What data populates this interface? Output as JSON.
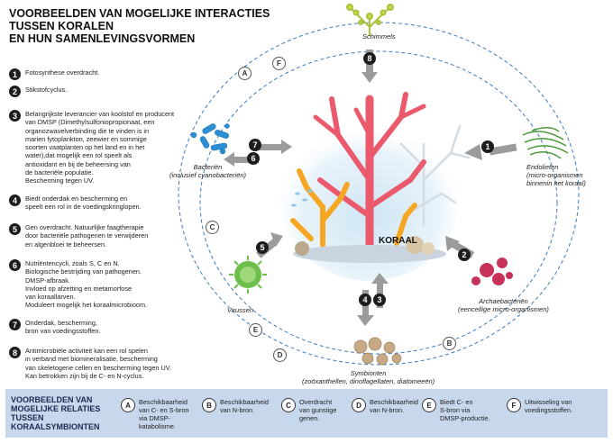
{
  "title": {
    "line1": "VOORBEELDEN VAN MOGELIJKE INTERACTIES",
    "line2": "TUSSEN KORALEN",
    "line3": "EN HUN SAMENLEVINGSVORMEN"
  },
  "items": [
    {
      "num": "1",
      "lines": [
        "Fotosynthese overdracht."
      ]
    },
    {
      "num": "2",
      "lines": [
        "Stikstofcyclus."
      ]
    },
    {
      "num": "3",
      "lines": [
        "Belangrijkste leverancier van koolstof en producent",
        "van DMSP (Dimethylsulfoniopropionaat, een",
        "organozwavelverbinding die te vinden is in",
        "marien fytoplankton, zeewier en sommige",
        "soorten vaatplanten op het land en in het",
        "water),dat mogelijk een rol speelt als",
        "antioxidant en bij de beheersing van",
        "de bacteriële populatie.",
        "Bescherming tegen UV."
      ]
    },
    {
      "num": "4",
      "lines": [
        "Biedt onderdak en bescherming en",
        "speelt een rol in de voedingskringlopen."
      ]
    },
    {
      "num": "5",
      "lines": [
        "Gen overdracht. Natuurlijke faagtherapie",
        "door bacteriële pathogenen te verwijderen",
        "en algenbloei te beheersen."
      ]
    },
    {
      "num": "6",
      "lines": [
        "Nutriëntencycli, zoals S, C en N.",
        "Biologische bestrijding van pathogenen.",
        "DMSP-afbraak.",
        "Invloed op afzetting en metamorfose",
        "van koraallarven.",
        "Moduleert mogelijk het koraalmicrobioom."
      ]
    },
    {
      "num": "7",
      "lines": [
        "Onderdak, bescherming,",
        "bron van voedingsstoffen."
      ]
    },
    {
      "num": "8",
      "lines": [
        "Antimicrobiële activiteit kan een rol spelen",
        "in verband met biomineralisatie, bescherming",
        "van skeletogene cellen en bescherming tegen UV.",
        "Kan betrokken zijn bij de C- en N-cyclus."
      ]
    }
  ],
  "labels": {
    "schimmels": "Schimmels",
    "endolieten": [
      "Endolieten",
      "(micro-organismen",
      "binnenin het koraal)"
    ],
    "bacterien": [
      "Bacteriën",
      "(inclusief cyanobacteriën)"
    ],
    "virussen": "Virussen",
    "archaea": [
      "Archaebacteriën",
      "(eencellige micro-organismen)"
    ],
    "symbionten": [
      "Symbionten",
      "(zoöxanthellen, dinoflagellaten, diatomeeën)"
    ],
    "koraal": "KORAAL"
  },
  "markers": {
    "n1": "1",
    "n2": "2",
    "n3": "3",
    "n4": "4",
    "n5": "5",
    "n6": "6",
    "n7": "7",
    "n8": "8",
    "A": "A",
    "B": "B",
    "C": "C",
    "D": "D",
    "E": "E",
    "F": "F"
  },
  "bottom": {
    "title": [
      "VOORBEELDEN VAN",
      "MOGELIJKE RELATIES",
      "TUSSEN",
      "KORAALSYMBIONTEN"
    ],
    "items": [
      {
        "letter": "A",
        "lines": [
          "Beschikbaarheid",
          "van C- en S-bron",
          "via DMSP-",
          "katabolisme."
        ]
      },
      {
        "letter": "B",
        "lines": [
          "Beschikbaarheid",
          "van N-bron."
        ]
      },
      {
        "letter": "C",
        "lines": [
          "Overdracht",
          "van gunstige",
          "genen."
        ]
      },
      {
        "letter": "D",
        "lines": [
          "Beschikbaarheid",
          "van N-bron."
        ]
      },
      {
        "letter": "E",
        "lines": [
          "Biedt C- en",
          "S-bron via",
          "DMSP-productie."
        ]
      },
      {
        "letter": "F",
        "lines": [
          "Uitwisseling van",
          "voedingsstoffen."
        ]
      }
    ]
  },
  "colors": {
    "coral": "#ea5a6c",
    "orange_coral": "#f5a623",
    "dash": "#3d7cc0",
    "arrow": "#9b9b9b",
    "panel": "#c7d8ec",
    "virus": "#6cbf4a",
    "bacteria": "#2b8fd6",
    "archaea": "#c8325a",
    "symbiont": "#c7a985",
    "fungi": "#a9c23a",
    "endolith": "#4a9a3a"
  }
}
